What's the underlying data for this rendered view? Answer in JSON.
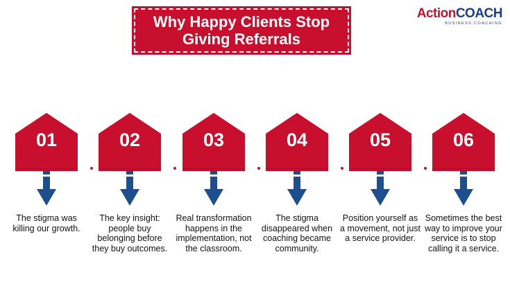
{
  "title": {
    "line1": "Why Happy Clients Stop",
    "line2": "Giving Referrals"
  },
  "logo": {
    "action": "Action",
    "coach": "COACH",
    "sub": "BUSINESS COACHING"
  },
  "colors": {
    "red": "#c8102e",
    "dark_red": "#8f0a1f",
    "blue": "#1d4f8f",
    "navy": "#1d3f87"
  },
  "steps": [
    {
      "num": "01",
      "text": "The stigma was killing our growth."
    },
    {
      "num": "02",
      "text": "The key insight: people buy belonging before they buy outcomes."
    },
    {
      "num": "03",
      "text": "Real transformation happens in the implementation, not the classroom."
    },
    {
      "num": "04",
      "text": "The stigma disappeared when coaching became community."
    },
    {
      "num": "05",
      "text": "Position yourself as a movement, not just a service provider."
    },
    {
      "num": "06",
      "text": "Sometimes the best way to improve your service is to stop calling it a service."
    }
  ]
}
